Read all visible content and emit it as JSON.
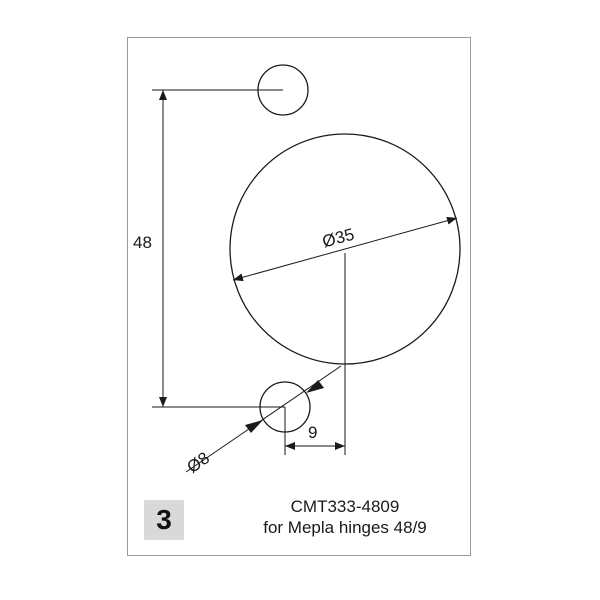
{
  "drawing": {
    "dimensions": {
      "hole_spacing": "48",
      "cup_diameter": "Ø35",
      "small_hole_diameter": "Ø8",
      "offset": "9"
    },
    "badge_number": "3",
    "caption": {
      "line1": "CMT333-4809",
      "line2": "for Mepla hinges 48/9"
    }
  },
  "colors": {
    "line": "#1a1a1a",
    "frame": "#9a9a9a",
    "badge_bg": "#d9d9d9"
  }
}
